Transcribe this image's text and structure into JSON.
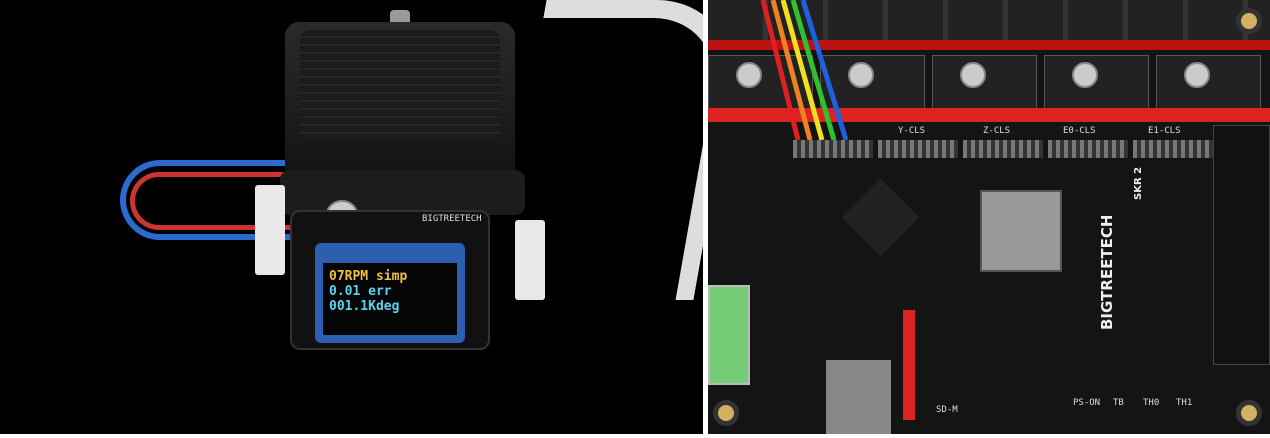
{
  "motor_module": {
    "brand": "BIGTREETECH",
    "oled_lines": [
      "07RPM simp",
      "0.01 err",
      "001.1Kdeg"
    ],
    "colors": {
      "line1": "#f0c040",
      "line2": "#60d0f0",
      "line3": "#60d0f0"
    }
  },
  "mainboard": {
    "brand": "BIGTREETECH",
    "model": "SKR 2",
    "connector_labels": [
      "Y-CLS",
      "Z-CLS",
      "E0-CLS",
      "E1-CLS"
    ],
    "bottom_labels": [
      "SD-M",
      "PS-ON",
      "TB",
      "TH0",
      "TH1"
    ],
    "ribbon_colors": [
      "#e02020",
      "#f08020",
      "#f0e020",
      "#30c030",
      "#2060e0"
    ]
  }
}
